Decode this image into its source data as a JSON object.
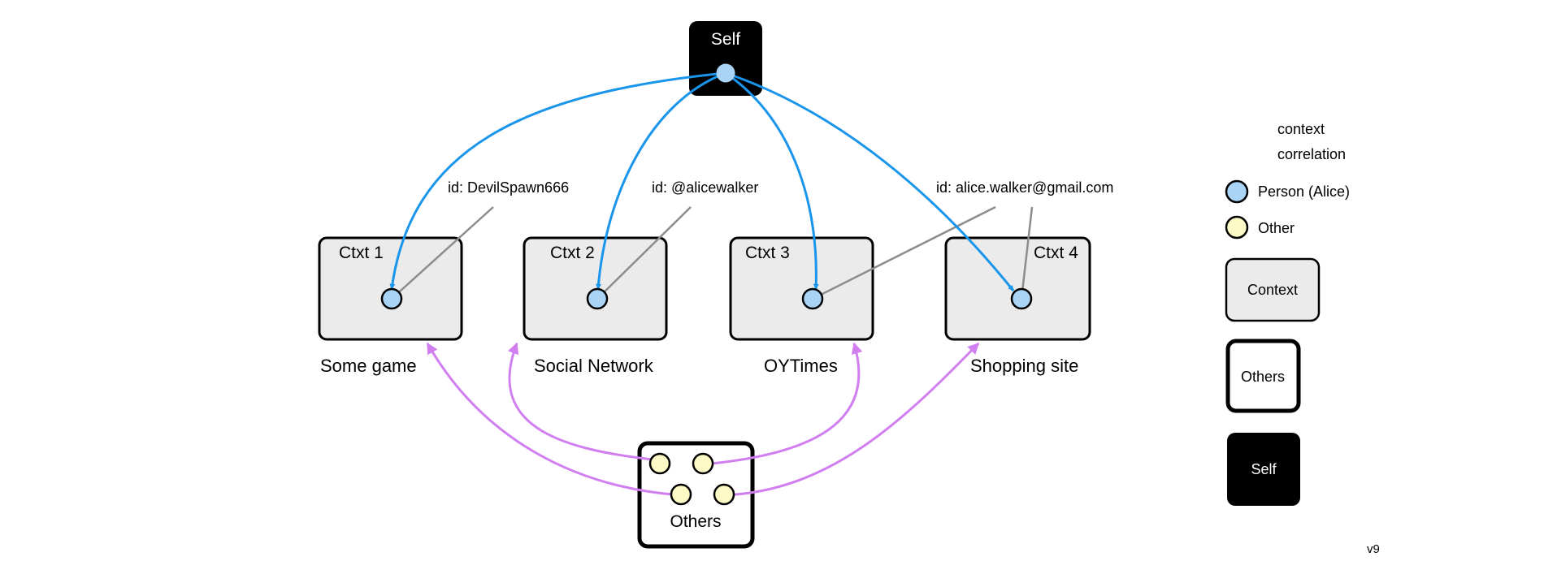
{
  "self": {
    "label": "Self"
  },
  "contexts": [
    {
      "tag": "Ctxt 1",
      "name": "Some game",
      "id_label": "id: DevilSpawn666"
    },
    {
      "tag": "Ctxt 2",
      "name": "Social Network",
      "id_label": "id: @alicewalker"
    },
    {
      "tag": "Ctxt 3",
      "name": "OYTimes",
      "id_label": ""
    },
    {
      "tag": "Ctxt 4",
      "name": "Shopping site",
      "id_label": "id: alice.walker@gmail.com"
    }
  ],
  "others": {
    "label": "Others"
  },
  "legend": {
    "title_line1": "context",
    "title_line2": "correlation",
    "person_label": "Person (Alice)",
    "other_label": "Other",
    "context_label": "Context",
    "others_label": "Others",
    "self_label": "Self"
  },
  "version": "v9",
  "colors": {
    "person_fill": "#a9d4f5",
    "other_fill": "#fdfac6",
    "context_fill": "#ebebeb",
    "identity_arrow": "#1a95ec",
    "others_arrow": "#d07ef0",
    "id_leader": "#8c8c8c",
    "self_fill": "#000000"
  }
}
